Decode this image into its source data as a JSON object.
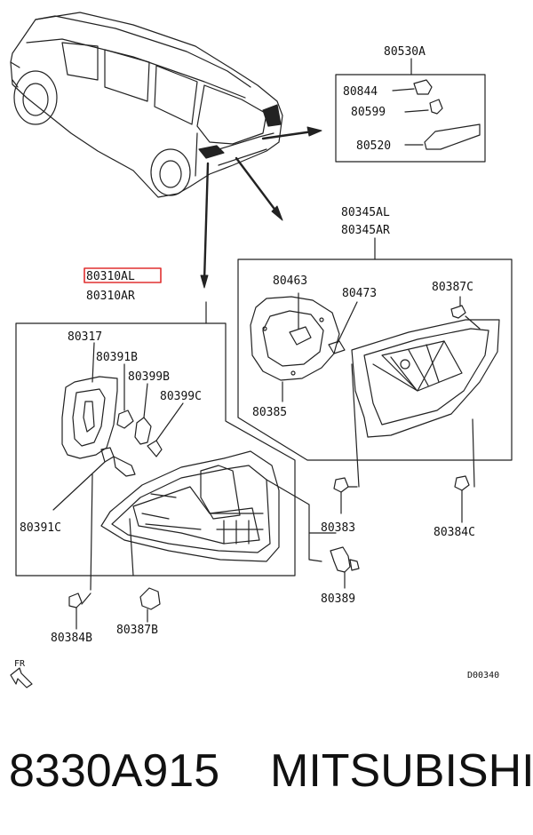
{
  "labels": {
    "assembly_top_right": "80530A",
    "p80844": "80844",
    "p80599": "80599",
    "p80520": "80520",
    "inner_lamp_l": "80345AL",
    "inner_lamp_r": "80345AR",
    "outer_lamp_l": "80310AL",
    "outer_lamp_r": "80310AR",
    "p80463": "80463",
    "p80473": "80473",
    "p80387c": "80387C",
    "p80385": "80385",
    "p80317": "80317",
    "p80391b": "80391B",
    "p80399b": "80399B",
    "p80399c": "80399C",
    "p80391c": "80391C",
    "p80383": "80383",
    "p80384c": "80384C",
    "p80389": "80389",
    "p80384b": "80384B",
    "p80387b": "80387B",
    "front_marker": "FR",
    "diagram_code": "D00340"
  },
  "footer": {
    "part_number": "8330A915",
    "brand": "MITSUBISHI"
  },
  "colors": {
    "highlight_box": "#e03030",
    "line": "#222222"
  }
}
